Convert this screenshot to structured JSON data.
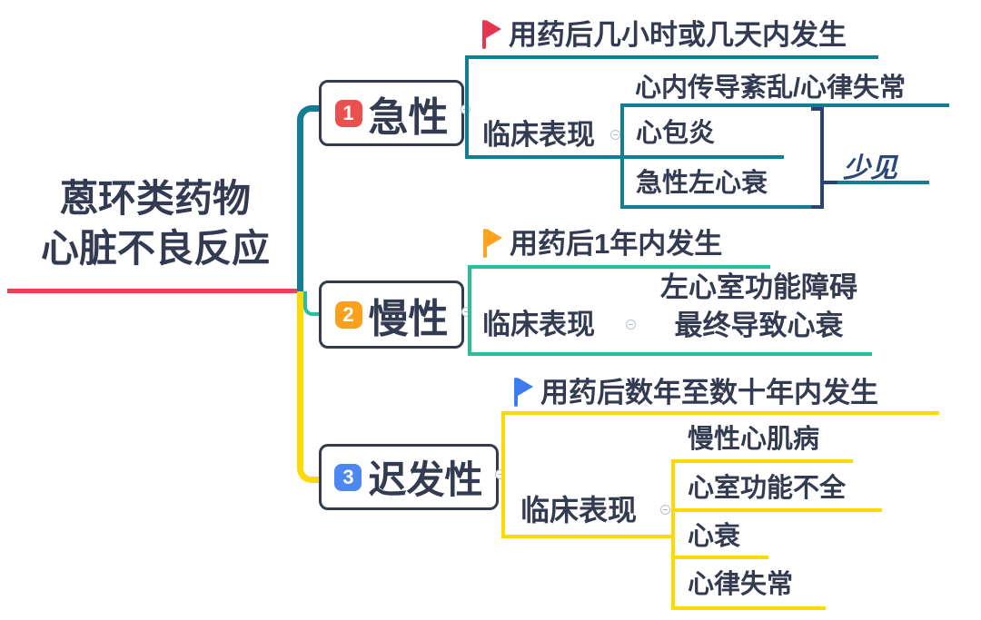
{
  "root": {
    "title_lines": [
      "蒽环类药物",
      "心脏不良反应"
    ]
  },
  "branches": {
    "acute": {
      "number": "1",
      "label": "急性",
      "note": "用药后几小时或几天内发生",
      "clinical_label": "临床表现",
      "items": [
        "心内传导紊乱/心律失常",
        "心包炎",
        "急性左心衰"
      ],
      "callout": "少见"
    },
    "chronic": {
      "number": "2",
      "label": "慢性",
      "note": "用药后1年内发生",
      "clinical_label": "临床表现",
      "items": [
        "左心室功能障碍",
        "最终导致心衰"
      ]
    },
    "delayed": {
      "number": "3",
      "label": "迟发性",
      "note": "用药后数年至数十年内发生",
      "clinical_label": "临床表现",
      "items": [
        "慢性心肌病",
        "心室功能不全",
        "心衰",
        "心律失常"
      ]
    }
  },
  "icons": {
    "note_flag": "flag-icon",
    "collapse": "collapse-minus-icon"
  },
  "colors": {
    "text": "#333B52",
    "teal": "#127E96",
    "green": "#28BF9A",
    "yellow": "#FFD900",
    "red": "#EC4056",
    "navy": "#2A4472",
    "badge-red": "#E9504E",
    "badge-orange": "#F9A11D",
    "badge-blue": "#4D87F2",
    "flag-red": "#E8354F",
    "flag-orange": "#FFA21F",
    "flag-blue": "#3B7DF0",
    "callout-text": "#274879"
  }
}
